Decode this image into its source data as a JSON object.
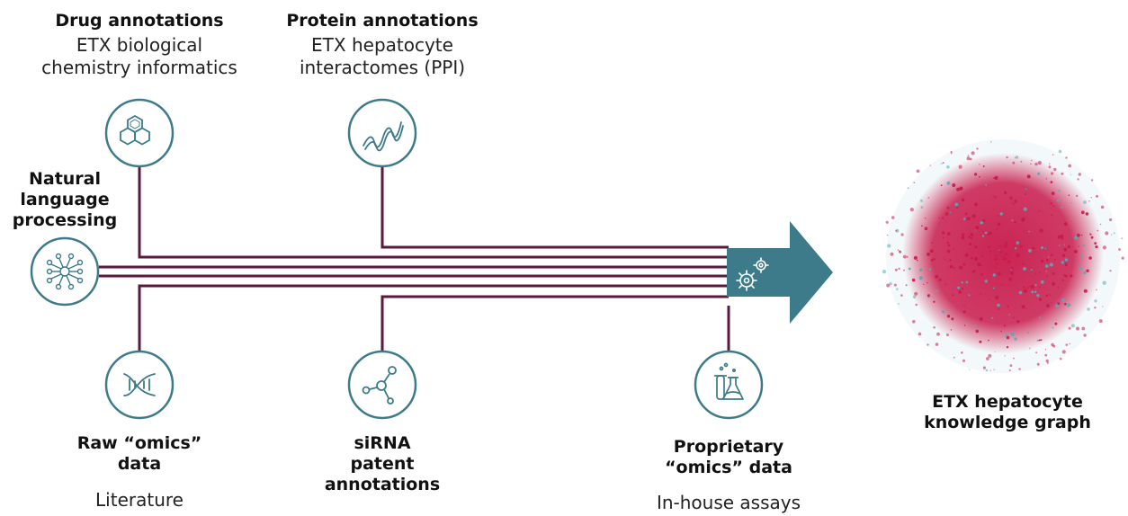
{
  "colors": {
    "line": "#5a1a3d",
    "teal": "#3d7b8a",
    "node_red": "#c8194a",
    "node_teal": "#5aa7b7"
  },
  "sources": {
    "drug": {
      "title": "Drug annotations",
      "subtitle": "ETX biological\nchemistry informatics",
      "icon": "hexagon-molecule-icon"
    },
    "protein": {
      "title": "Protein annotations",
      "subtitle": "ETX hepatocyte\ninteractomes (PPI)",
      "icon": "protein-helix-icon"
    },
    "nlp": {
      "title": "Natural\nlanguage\nprocessing",
      "icon": "neural-network-icon"
    },
    "raw_omics": {
      "title": "Raw “omics”\ndata",
      "subtitle": "Literature",
      "icon": "dna-icon"
    },
    "sirna": {
      "title": "siRNA\npatent\nannotations",
      "icon": "molecule-nodes-icon"
    },
    "proprietary": {
      "title": "Proprietary\n“omics” data",
      "subtitle": "In-house assays",
      "icon": "lab-flasks-icon"
    }
  },
  "arrow": {
    "icon": "gears-icon"
  },
  "output": {
    "title": "ETX hepatocyte\nknowledge graph"
  }
}
